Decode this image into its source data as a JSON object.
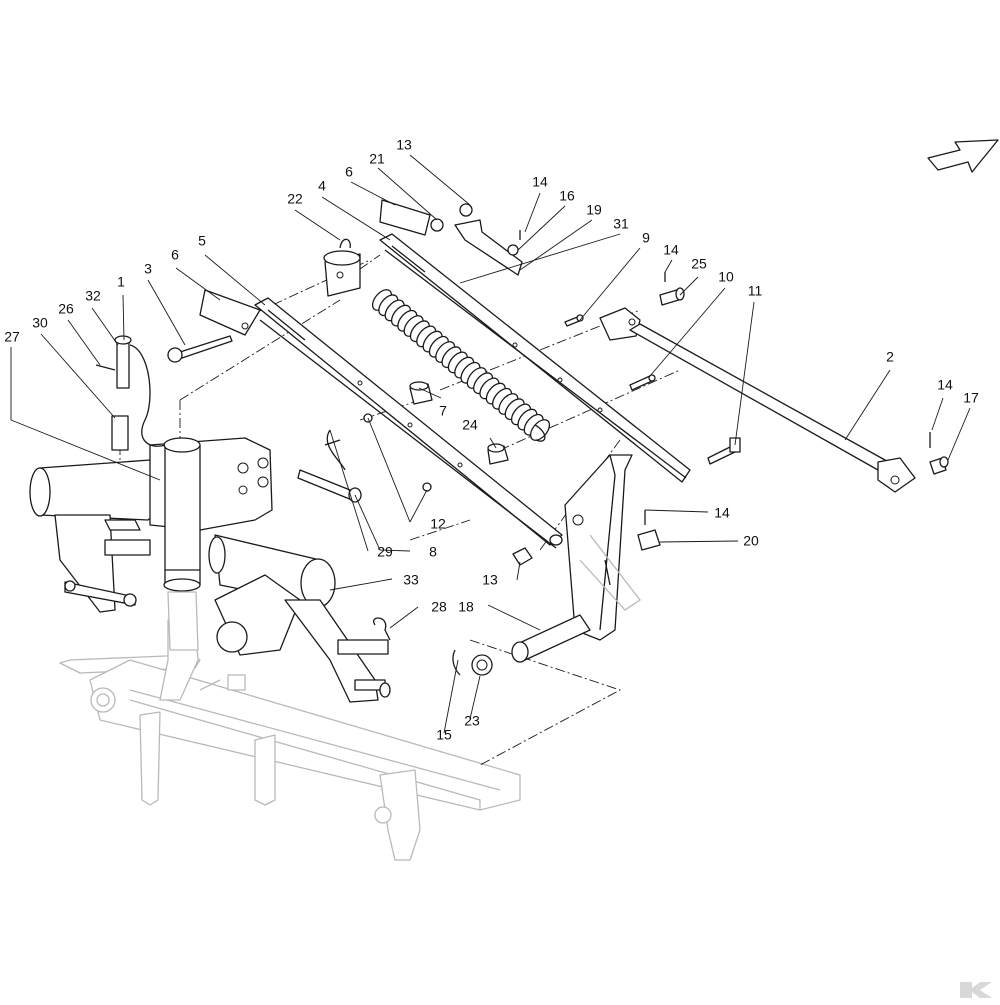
{
  "diagram": {
    "callouts": [
      {
        "id": "c13a",
        "text": "13"
      },
      {
        "id": "c21",
        "text": "21"
      },
      {
        "id": "c6a",
        "text": "6"
      },
      {
        "id": "c14a",
        "text": "14"
      },
      {
        "id": "c16",
        "text": "16"
      },
      {
        "id": "c19",
        "text": "19"
      },
      {
        "id": "c22",
        "text": "22"
      },
      {
        "id": "c4",
        "text": "4"
      },
      {
        "id": "c31",
        "text": "31"
      },
      {
        "id": "c9",
        "text": "9"
      },
      {
        "id": "c14b",
        "text": "14"
      },
      {
        "id": "c25",
        "text": "25"
      },
      {
        "id": "c10",
        "text": "10"
      },
      {
        "id": "c11",
        "text": "11"
      },
      {
        "id": "c5",
        "text": "5"
      },
      {
        "id": "c6b",
        "text": "6"
      },
      {
        "id": "c3",
        "text": "3"
      },
      {
        "id": "c1",
        "text": "1"
      },
      {
        "id": "c32",
        "text": "32"
      },
      {
        "id": "c26",
        "text": "26"
      },
      {
        "id": "c30",
        "text": "30"
      },
      {
        "id": "c27",
        "text": "27"
      },
      {
        "id": "c2",
        "text": "2"
      },
      {
        "id": "c14c",
        "text": "14"
      },
      {
        "id": "c17",
        "text": "17"
      },
      {
        "id": "c7",
        "text": "7"
      },
      {
        "id": "c24",
        "text": "24"
      },
      {
        "id": "c12",
        "text": "12"
      },
      {
        "id": "c14d",
        "text": "14"
      },
      {
        "id": "c20",
        "text": "20"
      },
      {
        "id": "c29",
        "text": "29"
      },
      {
        "id": "c8",
        "text": "8"
      },
      {
        "id": "c13b",
        "text": "13"
      },
      {
        "id": "c33",
        "text": "33"
      },
      {
        "id": "c28",
        "text": "28"
      },
      {
        "id": "c18",
        "text": "18"
      },
      {
        "id": "c15",
        "text": "15"
      },
      {
        "id": "c23",
        "text": "23"
      }
    ]
  }
}
